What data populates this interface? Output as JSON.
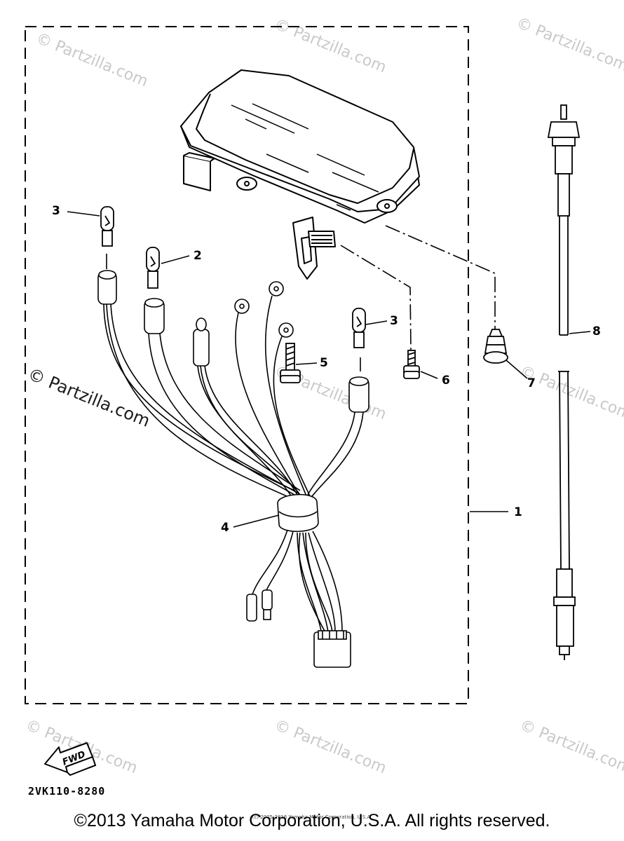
{
  "diagram": {
    "callouts": [
      "1",
      "2",
      "3",
      "3",
      "4",
      "5",
      "6",
      "7",
      "8"
    ],
    "drawing_code": "2VK110-8280",
    "fwd_label": "FWD"
  },
  "watermarks": {
    "text": "© Partzilla.com",
    "main_text": "© Partzilla.com"
  },
  "footer": {
    "copyright": "©2013 Yamaha Motor Corporation, U.S.A. All rights reserved.",
    "small_print": "(c) 2005-2016 Yamaha Motor Corporation, U.S.A."
  }
}
